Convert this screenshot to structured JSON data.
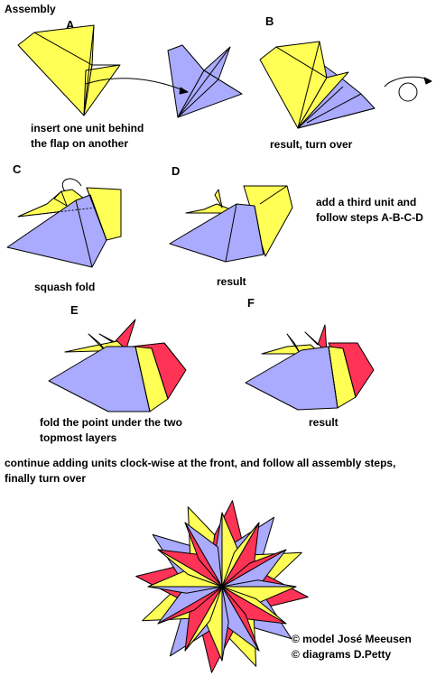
{
  "title": "Assembly",
  "step_labels": {
    "a": "A",
    "b": "B",
    "c": "C",
    "d": "D",
    "e": "E",
    "f": "F"
  },
  "captions": {
    "a_line1": "insert one unit behind",
    "a_line2": "the flap on another",
    "b": "result, turn over",
    "c": "squash fold",
    "d": "result",
    "d_note_line1": "add a third unit and",
    "d_note_line2": "follow steps A-B-C-D",
    "e_line1": "fold the point under the two",
    "e_line2": "topmost layers",
    "f": "result",
    "continue_line1": "continue adding units clock-wise at the front, and follow all assembly steps,",
    "continue_line2": "finally turn over"
  },
  "credits": {
    "model": "© model José Meeusen",
    "diagrams": "© diagrams D.Petty"
  },
  "colors": {
    "yellow": "#FFFF55",
    "lavender": "#AAAAFF",
    "red": "#FF3355",
    "outline": "#000000"
  }
}
